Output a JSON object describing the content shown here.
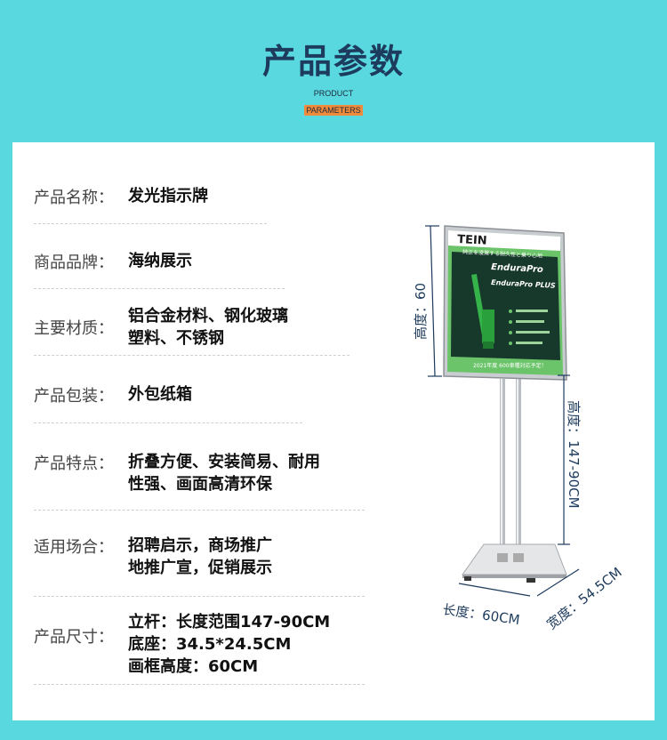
{
  "header": {
    "title": "产品参数",
    "sub_line1": "PRODUCT",
    "sub_line2": "PARAMETERS"
  },
  "specs": [
    {
      "label": "产品名称：",
      "lines": [
        "发光指示牌"
      ]
    },
    {
      "label": "商品品牌：",
      "lines": [
        "海纳展示"
      ]
    },
    {
      "label": "主要材质：",
      "lines": [
        "铝合金材料、钢化玻璃",
        "塑料、不锈钢"
      ]
    },
    {
      "label": "产品包装：",
      "lines": [
        "外包纸箱"
      ]
    },
    {
      "label": "产品特点：",
      "lines": [
        "折叠方便、安装简易、耐用",
        "性强、画面高清环保"
      ]
    },
    {
      "label": "适用场合：",
      "lines": [
        "招聘启示，商场推广",
        "地推广宣，促销展示"
      ]
    },
    {
      "label": "产品尺寸：",
      "lines": [
        "立杆：长度范围147-90CM",
        "底座：34.5*24.5CM",
        "画框高度：60CM"
      ]
    }
  ],
  "dimensions": {
    "frame_height": "高度：60",
    "pole_height": "高度：147-90CM",
    "base_length": "长度：60CM",
    "base_width": "宽度：54.5CM"
  },
  "poster": {
    "brand": "TEIN",
    "headline": "純正を凌駕する耐久性と乗り心地",
    "product1": "EnduraPro",
    "product2": "EnduraPro PLUS",
    "footer": "2021年度 600車種対応予定！"
  },
  "colors": {
    "background": "#5ad8e0",
    "title": "#1d3b5c",
    "accent": "#f08a3c",
    "poster_green": "#6cc46a"
  }
}
